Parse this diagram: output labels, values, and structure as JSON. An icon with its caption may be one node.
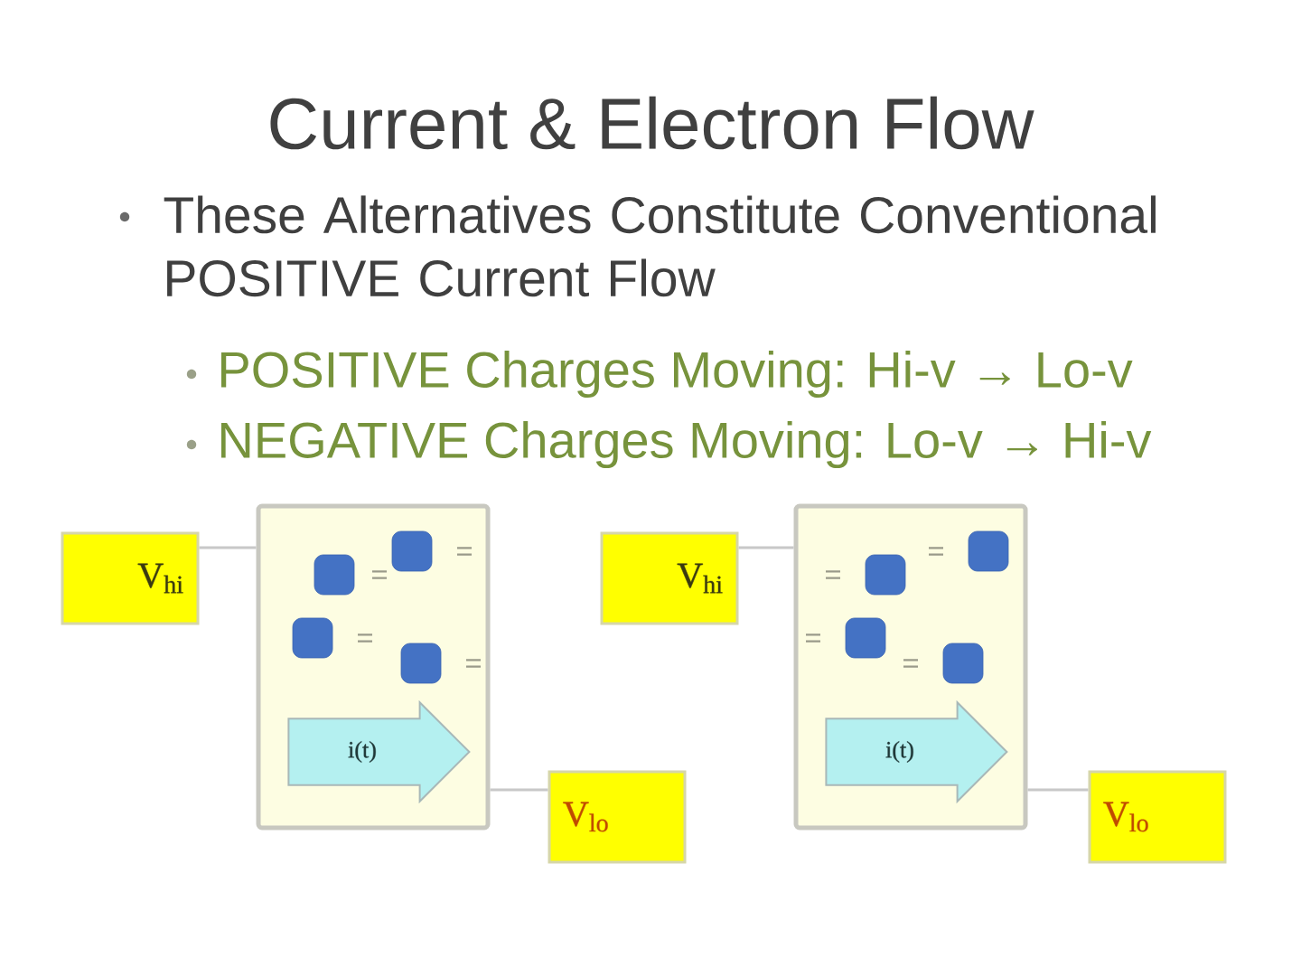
{
  "diagram": {
    "title": "Current & Electron Flow",
    "nodes": [
      {
        "text": [
          "V$_{hi}$"
        ]
      },
      {
        "text": [],
        "shape": "box"
      },
      {
        "text": [
          "i(t)"
        ],
        "in": 1
      },
      {
        "text": [
          "V$_{lo}$"
        ]
      },
      {
        "text": [
          "V$_{hi}$"
        ]
      },
      {
        "text": [],
        "shape": "box"
      },
      {
        "text": [
          "i(t)"
        ],
        "in": 5
      },
      {
        "text": [
          "V$_{lo}$"
        ]
      }
    ],
    "edges": [
      {
        "from": 0,
        "to": 1,
        "arrow": "none"
      },
      {
        "from": 1,
        "to": 3,
        "arrow": "none"
      },
      {
        "from": 4,
        "to": 5,
        "arrow": "none"
      },
      {
        "from": 5,
        "to": 7,
        "arrow": "none"
      }
    ],
    "labels": [
      "These Alternatives Constitute Conventional POSITIVE Current Flow",
      "POSITIVE Charges Moving: Hi-v → Lo-v",
      "NEGATIVE Charges Moving: Lo-v → Hi-v"
    ]
  }
}
